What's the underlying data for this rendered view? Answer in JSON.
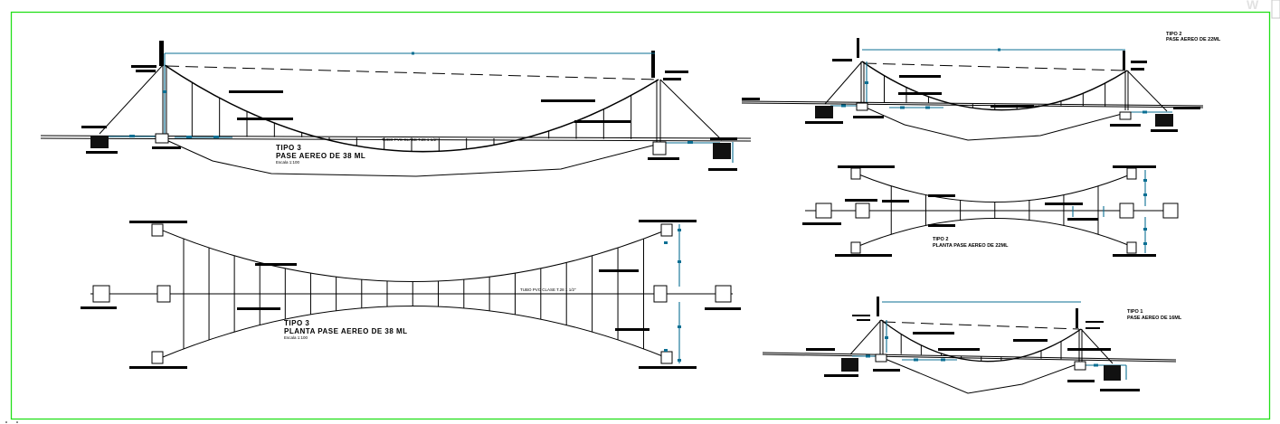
{
  "drawing": {
    "frame_color": "#22e01a",
    "dimension_color": "#0b6f93",
    "leader_color": "#a0762a",
    "watermark": "W"
  },
  "views": {
    "tipo3_elevation": {
      "title": "TIPO 3",
      "subtitle": "PASE AEREO DE 38 ML",
      "scale": "Escala 1:100",
      "pipe_note": "TUBO PVC CLASE T.28 1 1/2\""
    },
    "tipo3_plan": {
      "title": "TIPO 3",
      "subtitle": "PLANTA PASE AEREO DE 38 ML",
      "scale": "Escala 1:100",
      "pipe_note": "TUBO PVC CLASE T.28 1 1/2\""
    },
    "tipo2_elevation": {
      "title": "TIPO 2",
      "subtitle": "PASE AEREO DE 22ML"
    },
    "tipo2_plan": {
      "title": "TIPO 2",
      "subtitle": "PLANTA PASE AEREO DE 22ML"
    },
    "tipo1_elevation": {
      "title": "TIPO 1",
      "subtitle": "PASE AEREO DE 16ML"
    }
  }
}
